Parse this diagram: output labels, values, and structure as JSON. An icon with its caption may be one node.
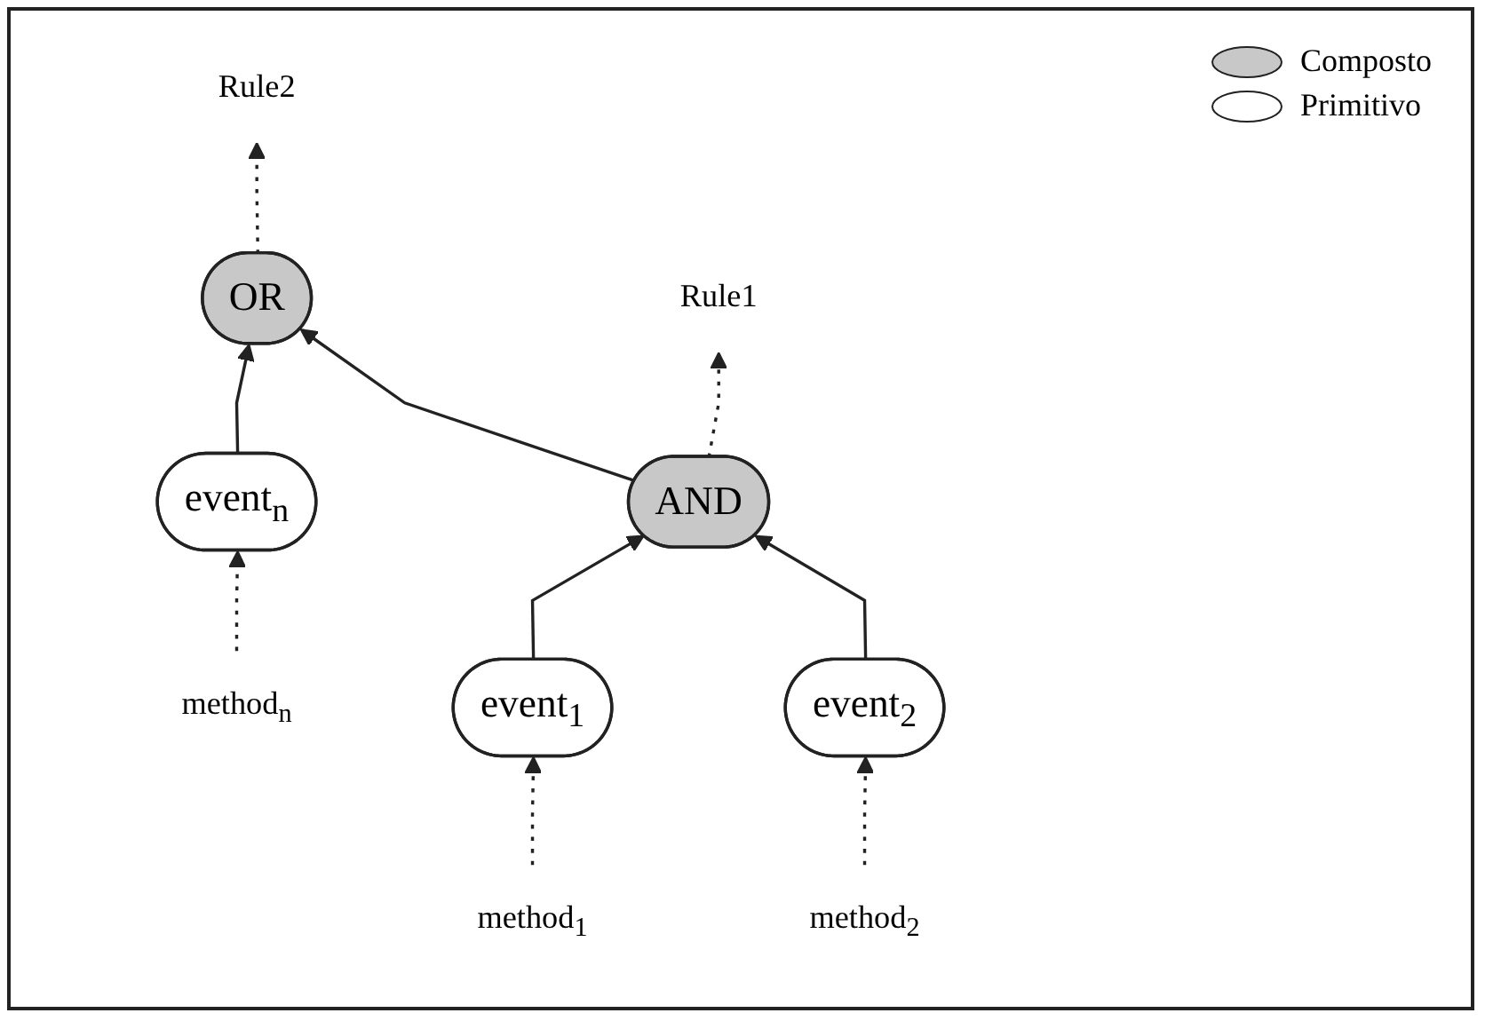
{
  "diagram": {
    "nodes": [
      {
        "text": [
          "Rule2"
        ]
      },
      {
        "text": [
          "OR"
        ]
      },
      {
        "text": [
          "Rule1"
        ]
      },
      {
        "text": [
          "AND"
        ]
      },
      {
        "text": [
          "event$_{n}$"
        ]
      },
      {
        "text": [
          "method$_{n}$"
        ]
      },
      {
        "text": [
          "event$_{1}$"
        ]
      },
      {
        "text": [
          "event$_{2}$"
        ]
      },
      {
        "text": [
          "method$_{2}$"
        ]
      },
      {
        "text": [
          "method$_{1}$"
        ]
      }
    ],
    "edges": [
      {
        "from": 1,
        "to": 0,
        "arrow": "to",
        "style": "dashed"
      },
      {
        "from": 3,
        "to": 1,
        "arrow": "to"
      },
      {
        "from": 4,
        "to": 1,
        "arrow": "to"
      },
      {
        "from": 3,
        "to": 2,
        "arrow": "to",
        "style": "dashed"
      },
      {
        "from": 5,
        "to": 4,
        "arrow": "to",
        "style": "dashed"
      },
      {
        "from": 6,
        "to": 3,
        "arrow": "to"
      },
      {
        "from": 7,
        "to": 3,
        "arrow": "to"
      },
      {
        "from": 8,
        "to": 7,
        "arrow": "to",
        "style": "dashed"
      },
      {
        "from": 9,
        "to": 6,
        "arrow": "to",
        "style": "dashed"
      }
    ],
    "legend": [
      {
        "text": "Composto",
        "color": "#c8c8c8"
      },
      {
        "text": "Primitivo",
        "color": "#ffffff"
      }
    ]
  }
}
